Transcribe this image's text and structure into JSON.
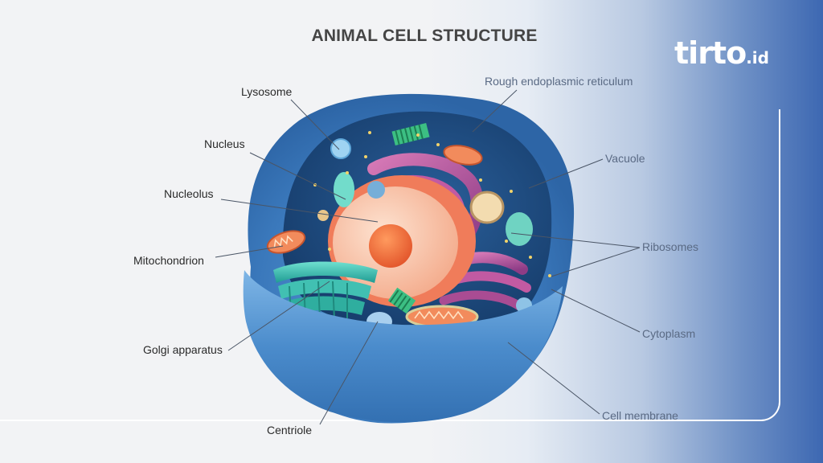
{
  "title": "ANIMAL CELL STRUCTURE",
  "brand": {
    "main": "tirto",
    "suffix": ".id"
  },
  "labels": {
    "lysosome": "Lysosome",
    "nucleus": "Nucleus",
    "nucleolus": "Nucleolus",
    "mitochondrion": "Mitochondrion",
    "golgi": "Golgi apparatus",
    "centriole": "Centriole",
    "rough_er": "Rough endoplasmic reticulum",
    "vacuole": "Vacuole",
    "ribosomes": "Ribosomes",
    "cytoplasm": "Cytoplasm",
    "cell_membrane": "Cell membrane"
  },
  "colors": {
    "membrane": "#3f7fc0",
    "interior": "#1f4f86",
    "nucleus": "#f7c4a8",
    "nucleolus": "#f26b3a",
    "er": "#b7509a",
    "golgi": "#3ec3b4",
    "mitochondria": "#e8734a",
    "leader_line": "#4a5566"
  }
}
